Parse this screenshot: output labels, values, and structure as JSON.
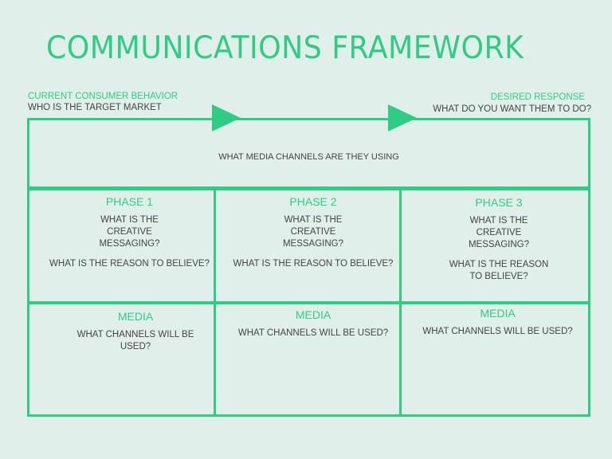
{
  "title": "COMMUNICATIONS FRAMEWORK",
  "left_labels": {
    "heading": "CURRENT CONSUMER BEHAVIOR",
    "question": "WHO IS THE TARGET MARKET"
  },
  "right_labels": {
    "heading": "DESIRED RESPONSE",
    "question": "WHAT DO YOU WANT THEM TO DO?"
  },
  "top_box_text": "WHAT MEDIA CHANNELS ARE THEY USING",
  "phases": [
    {
      "heading": "PHASE 1",
      "q1": "WHAT IS THE CREATIVE MESSAGING?",
      "q2": "WHAT IS THE REASON TO BELIEVE?"
    },
    {
      "heading": "PHASE 2",
      "q1": "WHAT IS THE CREATIVE MESSAGING?",
      "q2": "WHAT IS THE REASON TO BELIEVE?"
    },
    {
      "heading": "PHASE 3",
      "q1": "WHAT IS THE CREATIVE MESSAGING?",
      "q2": "WHAT IS THE REASON TO BELIEVE?"
    }
  ],
  "media": [
    {
      "heading": "MEDIA",
      "q": "WHAT CHANNELS WILL BE USED?"
    },
    {
      "heading": "MEDIA",
      "q": "WHAT CHANNELS WILL BE USED?"
    },
    {
      "heading": "MEDIA",
      "q": "WHAT CHANNELS WILL BE USED?"
    }
  ],
  "colors": {
    "accent": "#2ecc84",
    "background": "#e0efea",
    "text": "#444444"
  }
}
